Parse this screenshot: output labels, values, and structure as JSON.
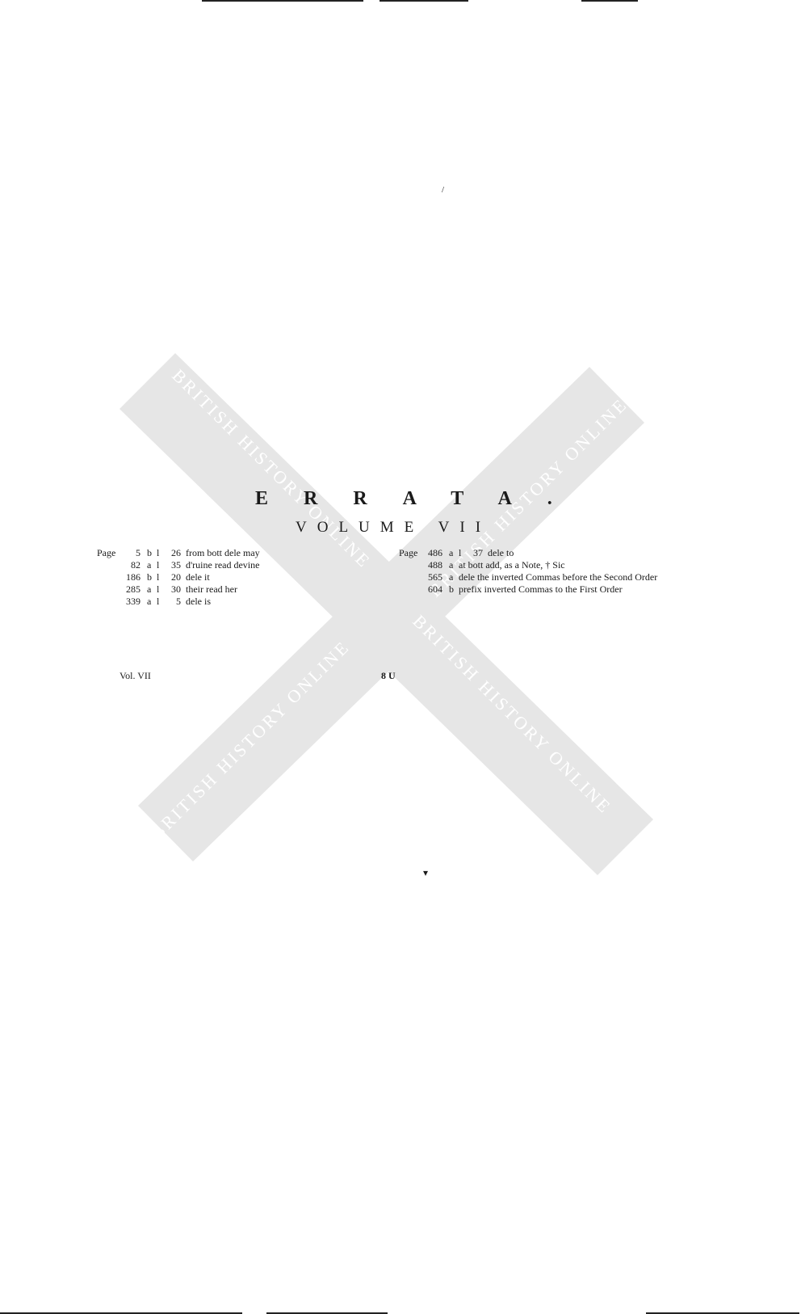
{
  "heading": "ERRATA.",
  "subheading": "VOLUME VII",
  "left_col": {
    "page_label": "Page",
    "rows": [
      {
        "page": "5",
        "col": "b",
        "l": "l",
        "line": "26",
        "corr": "from bott dele may"
      },
      {
        "page": "82",
        "col": "a",
        "l": "l",
        "line": "35",
        "corr": "d'ruine read devine"
      },
      {
        "page": "186",
        "col": "b",
        "l": "l",
        "line": "20",
        "corr": "dele it"
      },
      {
        "page": "285",
        "col": "a",
        "l": "l",
        "line": "30",
        "corr": "their read her"
      },
      {
        "page": "339",
        "col": "a",
        "l": "l",
        "line": "5",
        "corr": "dele is"
      }
    ]
  },
  "right_col": {
    "page_label": "Page",
    "rows": [
      {
        "page": "486",
        "col": "a",
        "l": "l",
        "line": "37",
        "corr": "dele to"
      },
      {
        "page": "488",
        "col": "a",
        "l": "",
        "line": "",
        "corr": "at bott add, as a Note, † Sic"
      },
      {
        "page": "565",
        "col": "a",
        "l": "",
        "line": "",
        "corr": "dele the inverted Commas before the Second Order"
      },
      {
        "page": "604",
        "col": "b",
        "l": "",
        "line": "",
        "corr": "prefix inverted Commas to the First Order"
      }
    ]
  },
  "footer": {
    "volume": "Vol. VII",
    "signature": "8 U"
  },
  "marks": {
    "top": "/",
    "bottom": "▾"
  },
  "watermark": {
    "text": "BRITISH HISTORY ONLINE",
    "color": "#e6e6e6",
    "text_color": "#ffffff"
  }
}
